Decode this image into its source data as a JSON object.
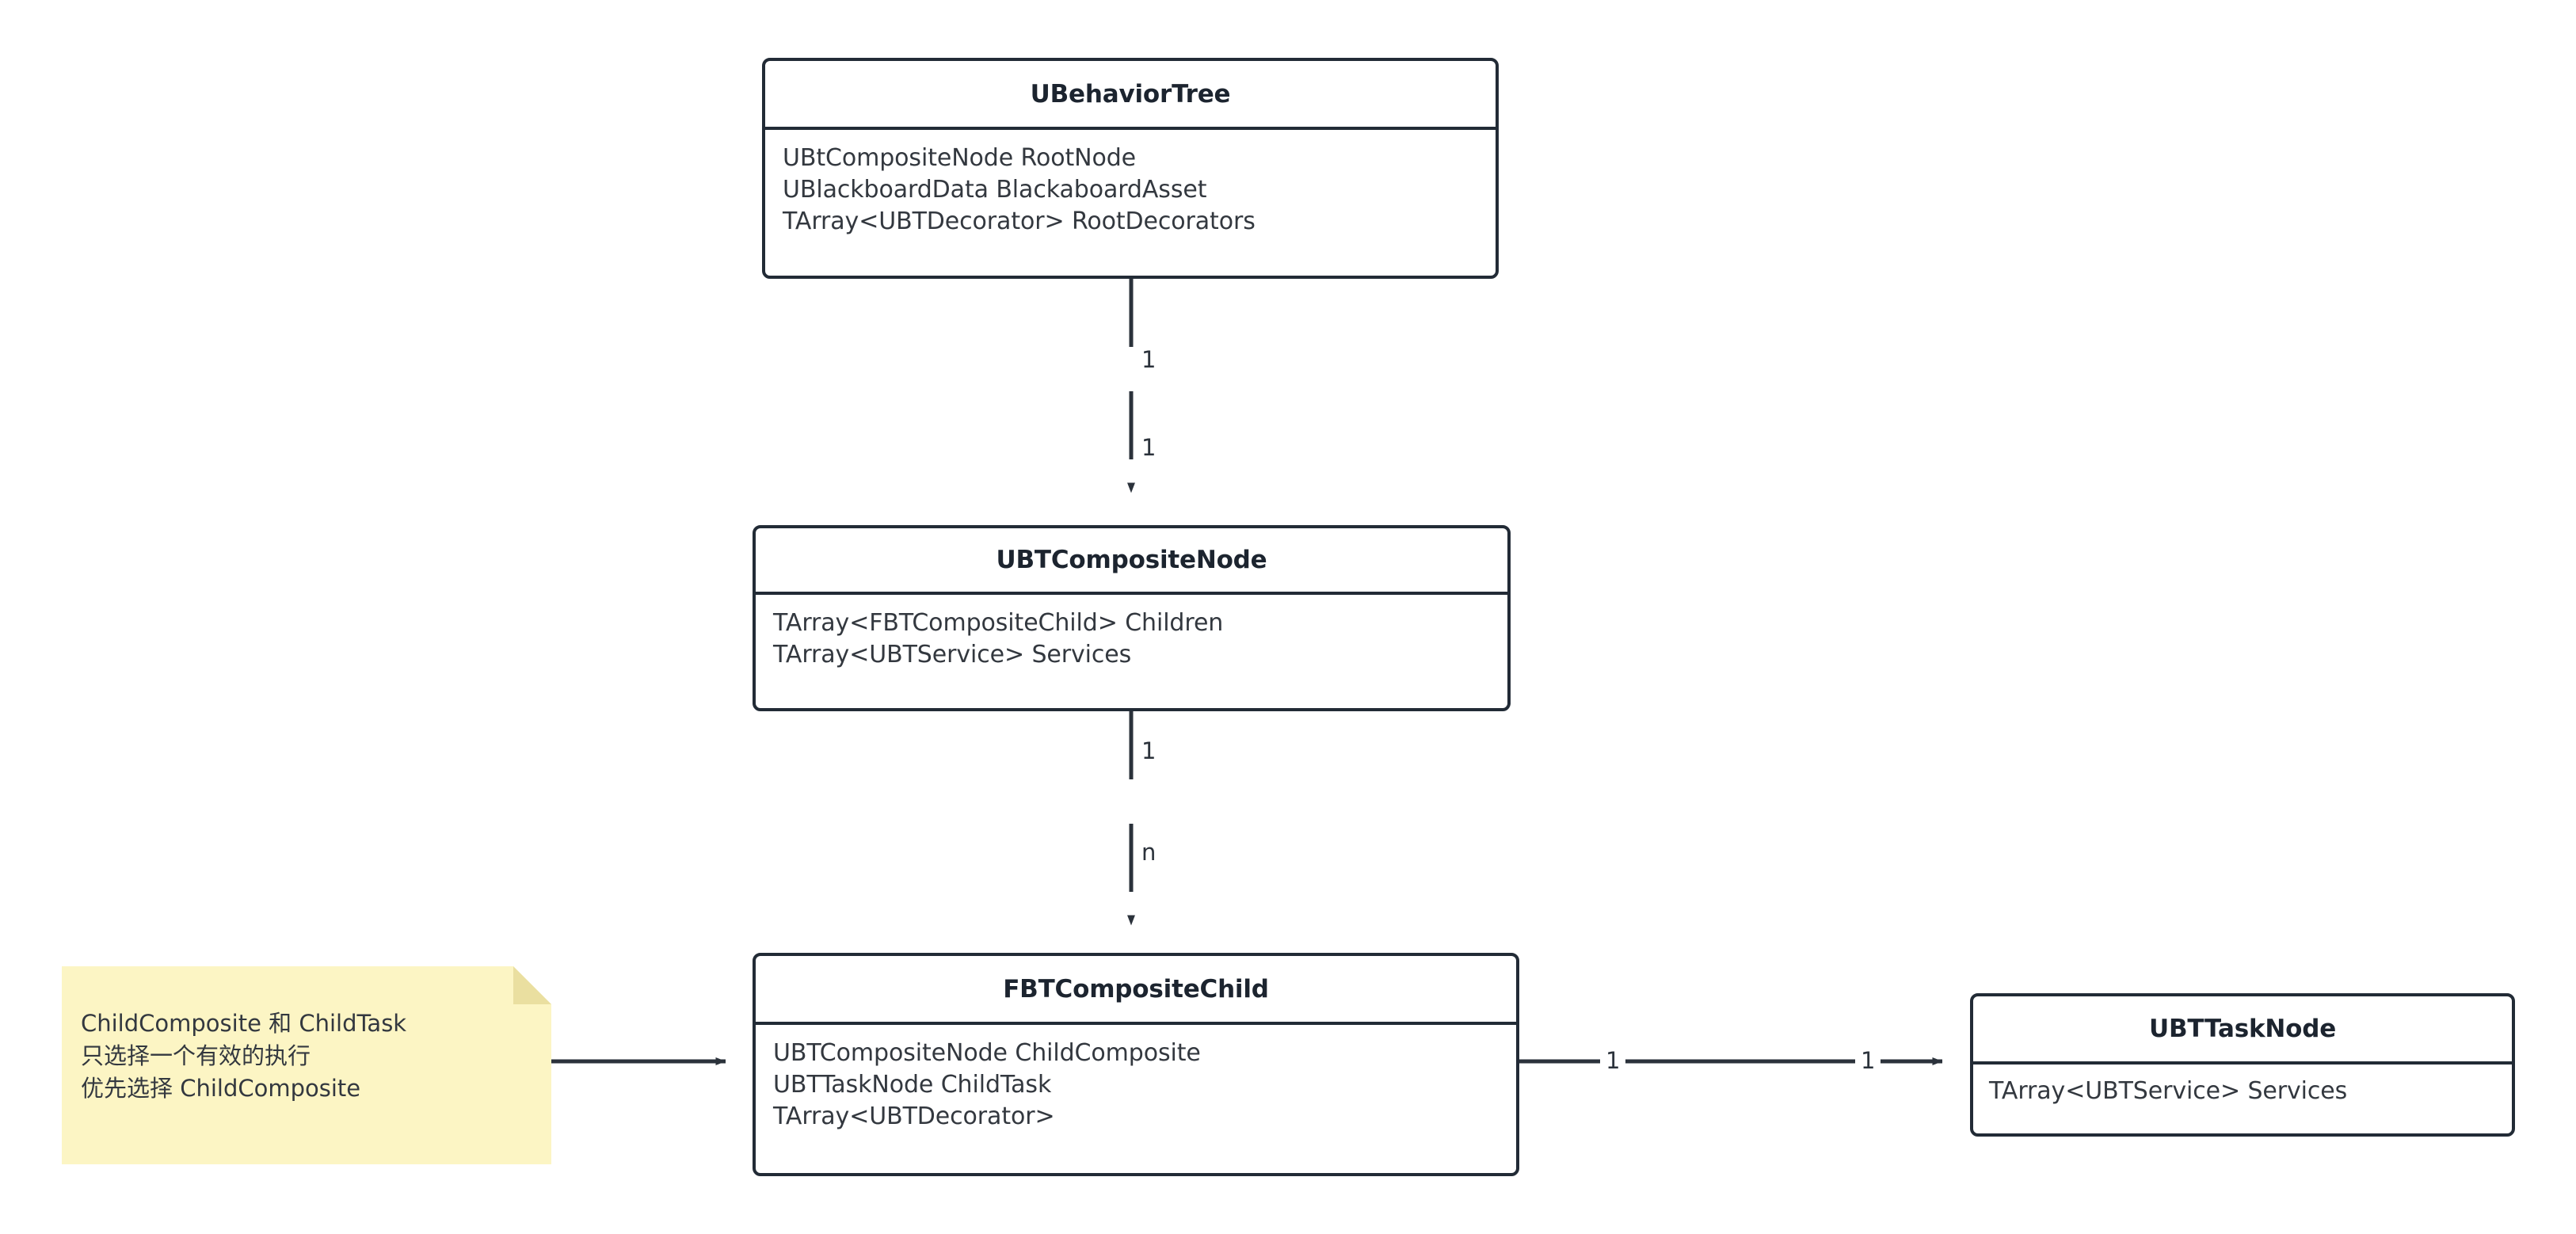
{
  "diagram": {
    "type": "uml-class-diagram",
    "background_color": "#ffffff",
    "border_color": "#222B36",
    "text_color": "#33383F",
    "title_color": "#1C242F",
    "note_fill_color": "#FCF5C4",
    "note_fold_color": "#EADFA0"
  },
  "classes": {
    "ubehaviortree": {
      "name": "UBehaviorTree",
      "attributes": [
        "UBtCompositeNode RootNode",
        "UBlackboardData BlackaboardAsset",
        "TArray<UBTDecorator> RootDecorators"
      ]
    },
    "ubtcompositenode": {
      "name": "UBTCompositeNode",
      "attributes": [
        "TArray<FBTCompositeChild> Children",
        "TArray<UBTService> Services"
      ]
    },
    "fbtcompositechild": {
      "name": "FBTCompositeChild",
      "attributes": [
        "UBTCompositeNode ChildComposite",
        "UBTTaskNode ChildTask",
        "TArray<UBTDecorator>"
      ]
    },
    "ubttasknode": {
      "name": "UBTTaskNode",
      "attributes": [
        "TArray<UBTService> Services"
      ]
    }
  },
  "note": {
    "lines": [
      "ChildComposite 和 ChildTask",
      "只选择一个有效的执行",
      "优先选择 ChildComposite"
    ]
  },
  "relationships": [
    {
      "id": "bt-to-composite",
      "from": "UBehaviorTree",
      "to": "UBTCompositeNode",
      "style": "dashed",
      "arrow": "filled-triangle",
      "source_multiplicity": "1",
      "target_multiplicity": "1"
    },
    {
      "id": "composite-to-child",
      "from": "UBTCompositeNode",
      "to": "FBTCompositeChild",
      "style": "dashed",
      "arrow": "filled-triangle",
      "source_multiplicity": "1",
      "target_multiplicity": "n"
    },
    {
      "id": "child-to-task",
      "from": "FBTCompositeChild",
      "to": "UBTTaskNode",
      "style": "solid",
      "arrow": "filled-triangle",
      "source_multiplicity": "1",
      "target_multiplicity": "1"
    },
    {
      "id": "note-to-child",
      "from": "note",
      "to": "FBTCompositeChild",
      "style": "solid",
      "arrow": "filled-triangle",
      "source_multiplicity": "",
      "target_multiplicity": ""
    }
  ]
}
